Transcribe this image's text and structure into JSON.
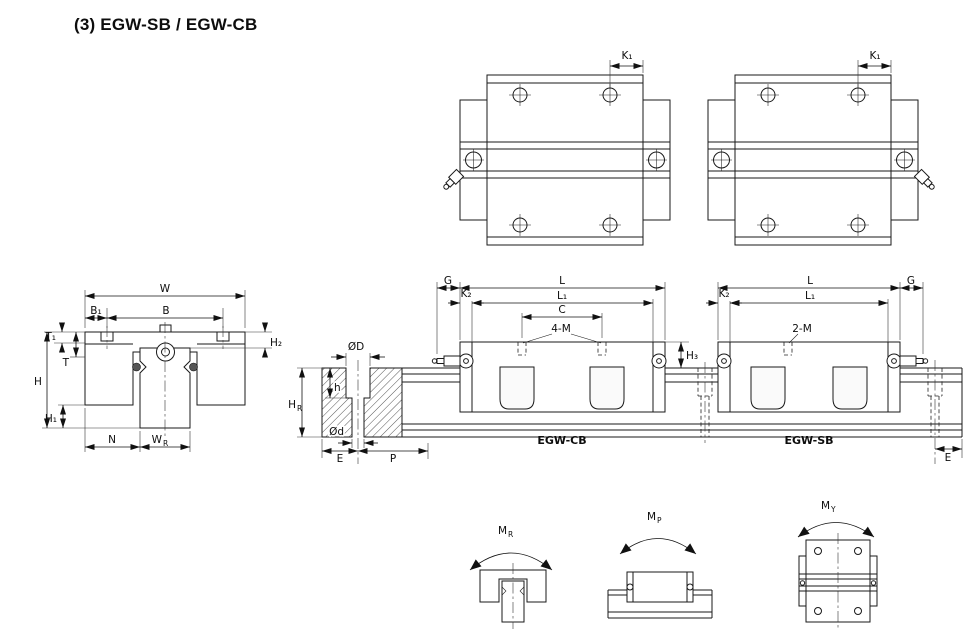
{
  "title": "(3) EGW-SB / EGW-CB",
  "dims": {
    "k1": "K₁",
    "k2": "K₂",
    "l": "L",
    "l1": "L₁",
    "c": "C",
    "g": "G",
    "four_m": "4-M",
    "two_m": "2-M",
    "h3": "H₃",
    "w": "W",
    "b": "B",
    "b1": "B₁",
    "t": "T",
    "t1": "T₁",
    "h_cap": "H",
    "h1": "H₁",
    "h2": "H₂",
    "n": "N",
    "wr_main": "W",
    "wr_sub": "R",
    "dia_big": "ØD",
    "dia_small": "Ød",
    "h_low": "h",
    "hr_main": "H",
    "hr_sub": "R",
    "e": "E",
    "p": "P"
  },
  "views": {
    "egw_cb": "EGW-CB",
    "egw_sb": "EGW-SB"
  },
  "moments": {
    "mr_main": "M",
    "mr_sub": "R",
    "mp_main": "M",
    "mp_sub": "P",
    "my_main": "M",
    "my_sub": "Y"
  },
  "colors": {
    "line": "#1a1a1a",
    "background": "#ffffff"
  }
}
